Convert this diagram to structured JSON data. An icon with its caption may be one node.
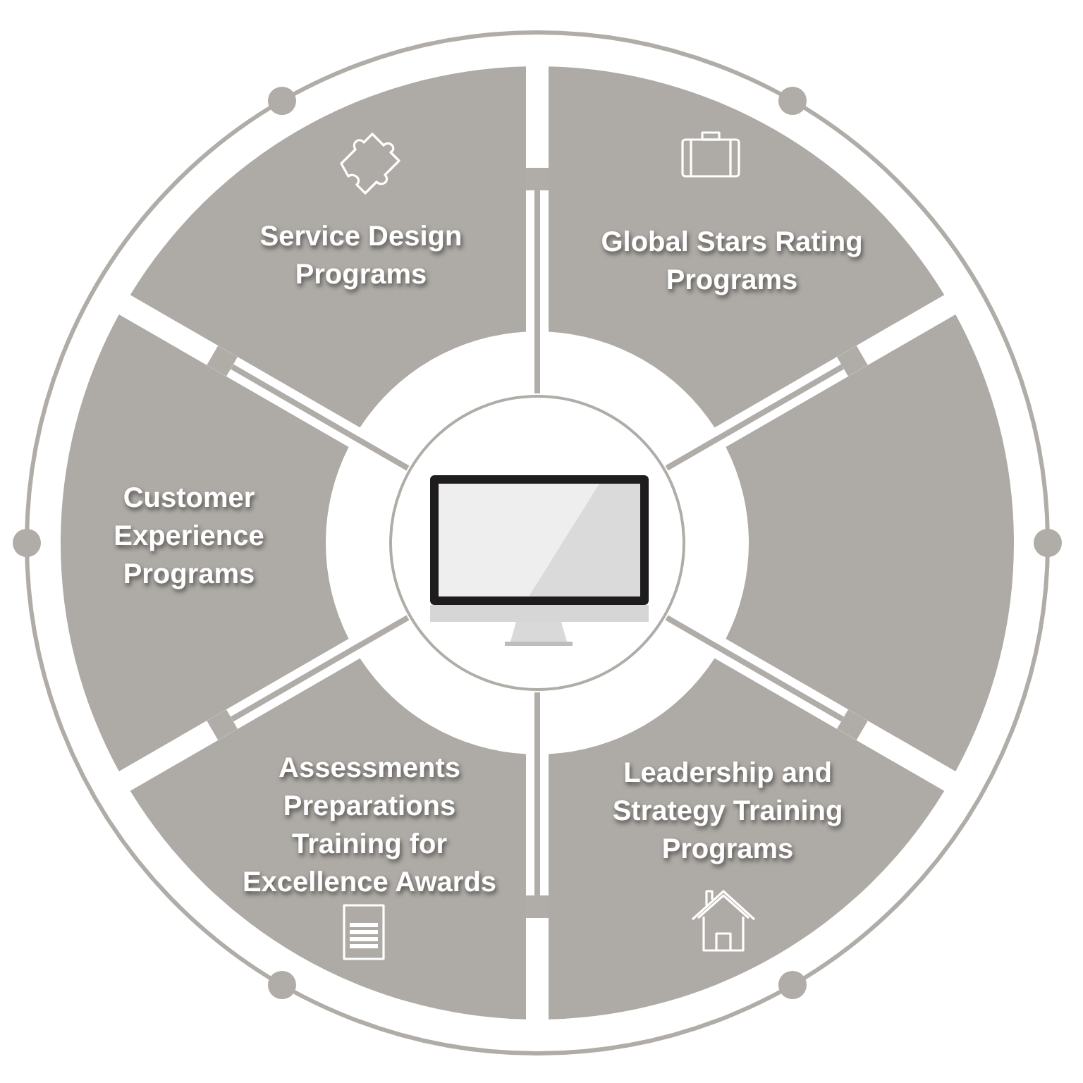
{
  "diagram": {
    "nodes": [
      {
        "text": [
          "Service Design Programs"
        ]
      },
      {
        "text": [
          "Global Stars Rating Programs"
        ]
      },
      {
        "text": [
          "Customer Experience Programs"
        ]
      },
      {
        "text": [],
        "shape": "wedge"
      },
      {
        "text": [
          "Assessments Preparations Training for Excellence Awards"
        ]
      },
      {
        "text": [
          "Leadership and Strategy Training Programs"
        ]
      },
      {
        "text": [],
        "shape": "circle"
      }
    ]
  }
}
